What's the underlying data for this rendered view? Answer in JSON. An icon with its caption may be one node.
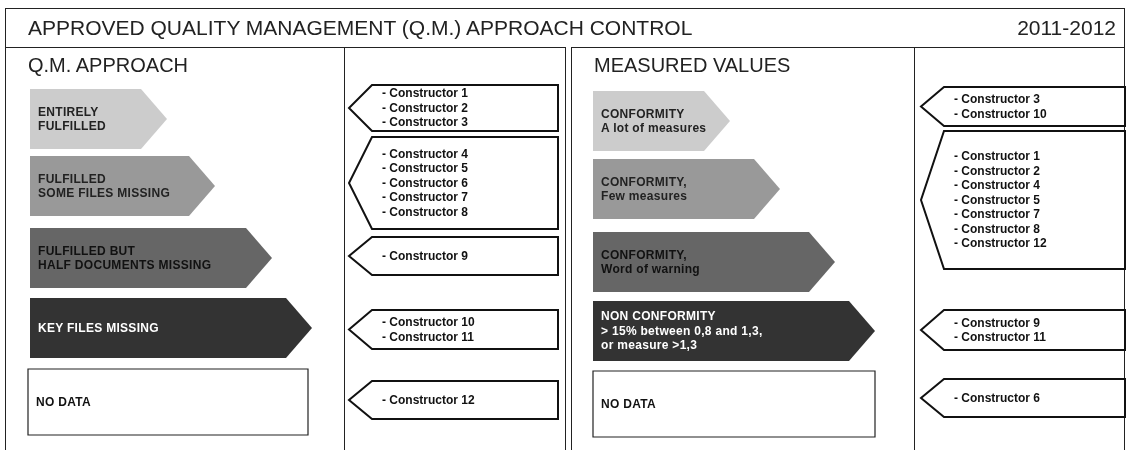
{
  "diagram": {
    "title": "APPROVED QUALITY MANAGEMENT (Q.M.) APPROACH CONTROL",
    "nodes": [
      {
        "text": [
          "Q.M. APPROACH"
        ]
      },
      {
        "text": [
          "ENTIRELY FULFILLED"
        ],
        "in": 0
      },
      {
        "text": [
          "FULFILLED SOME FILES MISSING"
        ],
        "in": 0
      },
      {
        "text": [
          "FULFILLED BUT HALF DOCUMENTS MISSING"
        ],
        "in": 0
      },
      {
        "text": [
          "KEY FILES MISSING"
        ],
        "in": 0
      },
      {
        "text": [
          "NO DATA"
        ],
        "in": 0
      },
      {
        "text": [
          "- Constructor 1",
          "- Constructor 2",
          "- Constructor 3"
        ],
        "in": 0
      },
      {
        "text": [
          "- Constructor 4",
          "- Constructor 5",
          "- Constructor 6",
          "- Constructor 7",
          "- Constructor 8"
        ],
        "in": 0
      },
      {
        "text": [
          "- Constructor 9"
        ],
        "in": 0
      },
      {
        "text": [
          "- Constructor 10",
          "- Constructor 11"
        ],
        "in": 0
      },
      {
        "text": [
          "- Constructor 12"
        ],
        "in": 0
      },
      {
        "text": [
          "MEASURED VALUES"
        ]
      },
      {
        "text": [
          "CONFORMITY",
          "A lot of measures"
        ],
        "in": 11
      },
      {
        "text": [
          "CONFORMITY,",
          "Few measures"
        ],
        "in": 11
      },
      {
        "text": [
          "CONFORMITY,",
          "Word of warning"
        ],
        "in": 11
      },
      {
        "text": [
          "NON CONFORMITY",
          "> 15% between 0,8 and 1,3, or measure >1,3"
        ],
        "in": 11
      },
      {
        "text": [
          "NO DATA"
        ],
        "in": 11
      },
      {
        "text": [
          "- Constructor 3",
          "- Constructor 10"
        ],
        "in": 11
      },
      {
        "text": [
          "- Constructor 1",
          "- Constructor 2",
          "- Constructor 4",
          "- Constructor 5",
          "- Constructor 7",
          "- Constructor 8",
          "- Constructor 12"
        ],
        "in": 11
      },
      {
        "text": [
          "- Constructor 9",
          "- Constructor 11"
        ],
        "in": 11
      },
      {
        "text": [
          "- Constructor 6"
        ],
        "in": 11
      }
    ],
    "labels": [
      "2011-2012"
    ]
  }
}
